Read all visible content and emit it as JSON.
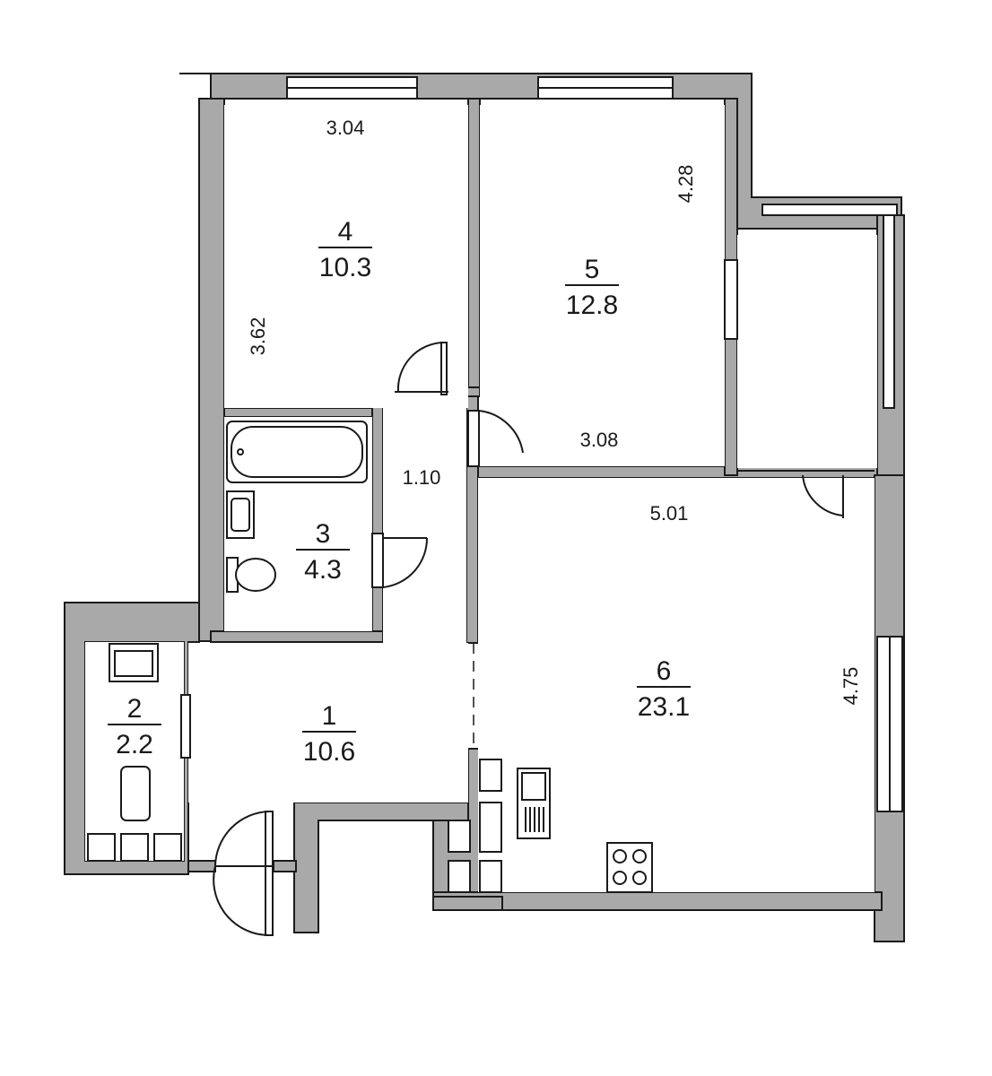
{
  "rooms": [
    {
      "number": "1",
      "area": "10.6"
    },
    {
      "number": "2",
      "area": "2.2"
    },
    {
      "number": "3",
      "area": "4.3"
    },
    {
      "number": "4",
      "area": "10.3"
    },
    {
      "number": "5",
      "area": "12.8"
    },
    {
      "number": "6",
      "area": "23.1"
    }
  ],
  "dimensions": {
    "room4_width": "3.04",
    "room4_depth": "3.62",
    "room5_depth": "4.28",
    "room5_width": "3.08",
    "corridor_width": "1.10",
    "room6_width": "5.01",
    "room6_depth": "4.75"
  }
}
